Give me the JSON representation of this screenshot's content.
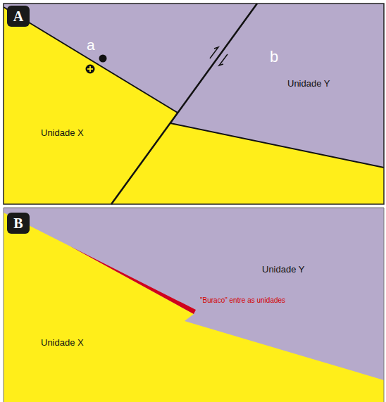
{
  "diagram": {
    "nodes": [
      {
        "text": [
          "A"
        ]
      },
      {
        "text": [
          "B"
        ]
      }
    ],
    "labels": [
      "a",
      "b",
      "Unidade Y",
      "Unidade X",
      "Unidade Y",
      "Unidade X",
      "\"Buraco\" entre as unidades"
    ]
  }
}
